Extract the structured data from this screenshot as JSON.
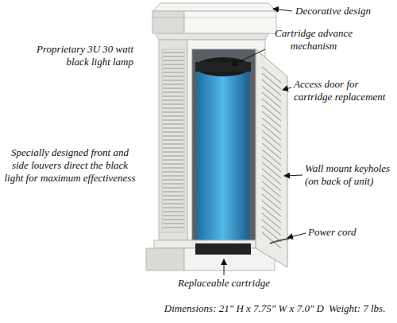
{
  "diagram": {
    "labels": [
      "Decorative design",
      "Proprietary 3U 30 watt black light lamp",
      "Cartridge advance mechanism",
      "Access door for cartridge replacement",
      "Specially designed front and side louvers direct the black light for maximum effectiveness",
      "Wall mount keyholes (on back of unit)",
      "Power cord",
      "Replaceable cartridge",
      "Dimensions: 21\" H x 7.75\" W x 7.0\" D",
      "Weight: 7 lbs."
    ]
  }
}
